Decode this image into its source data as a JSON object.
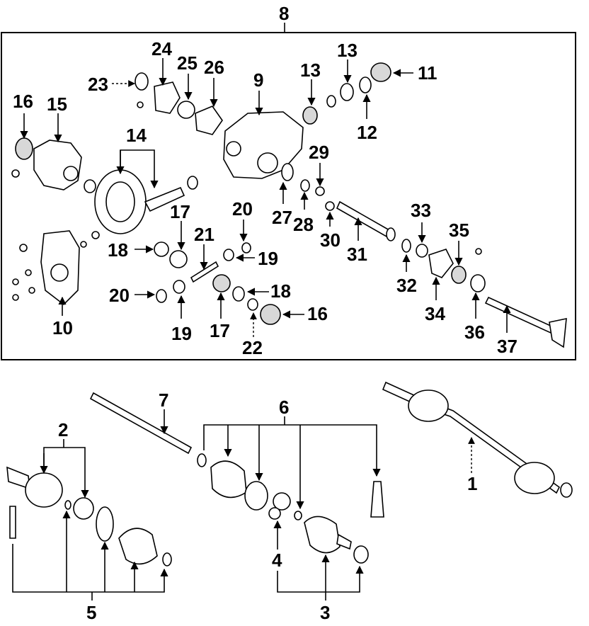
{
  "callouts": {
    "c1": "1",
    "c2": "2",
    "c3": "3",
    "c4": "4",
    "c5": "5",
    "c6": "6",
    "c7": "7",
    "c8": "8",
    "c9": "9",
    "c10": "10",
    "c11": "11",
    "c12": "12",
    "c13a": "13",
    "c13b": "13",
    "c14": "14",
    "c15": "15",
    "c16a": "16",
    "c16b": "16",
    "c17a": "17",
    "c17b": "17",
    "c18a": "18",
    "c18b": "18",
    "c19a": "19",
    "c19b": "19",
    "c20a": "20",
    "c20b": "20",
    "c21": "21",
    "c22": "22",
    "c23": "23",
    "c24": "24",
    "c25": "25",
    "c26": "26",
    "c27": "27",
    "c28": "28",
    "c29": "29",
    "c30": "30",
    "c31": "31",
    "c32": "32",
    "c33": "33",
    "c34": "34",
    "c35": "35",
    "c36": "36",
    "c37": "37"
  }
}
